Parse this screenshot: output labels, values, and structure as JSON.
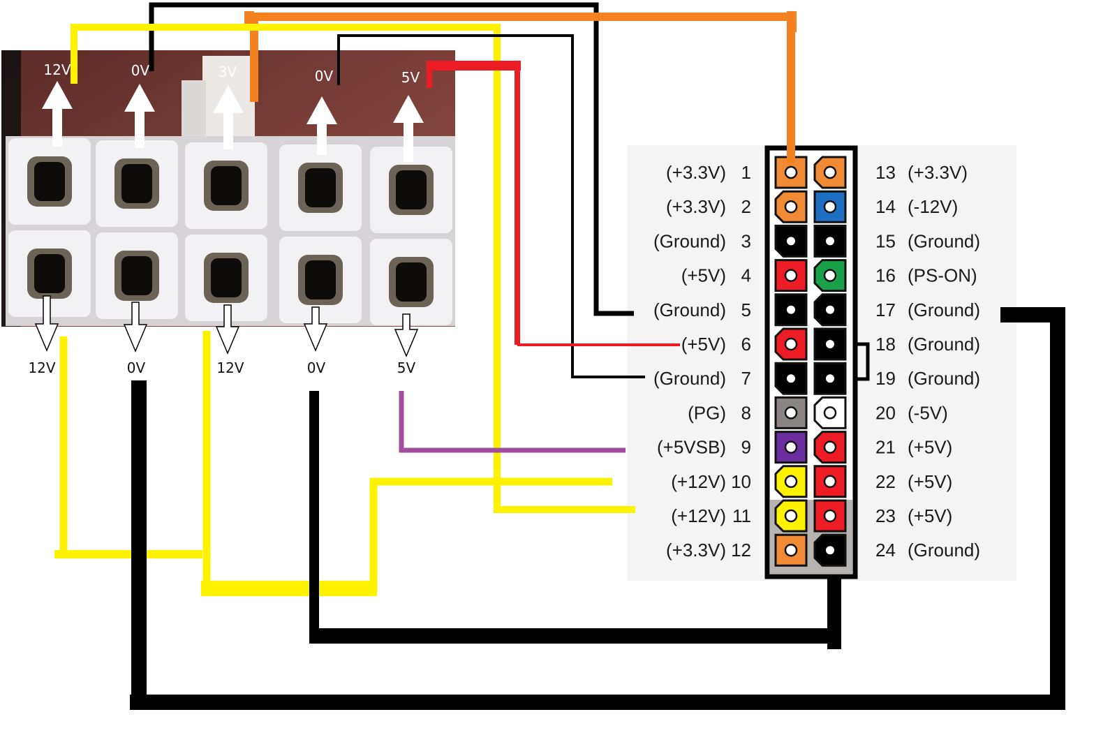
{
  "title": "8-pin PCIe/EPS connector to ATX 24-pin wiring diagram",
  "photo_connector": {
    "top_labels": [
      "12V",
      "0V",
      "3V",
      "0V",
      "5V"
    ],
    "bottom_labels": [
      "12V",
      "0V",
      "12V",
      "0V",
      "5V"
    ]
  },
  "atx_connector": {
    "left_pins": [
      {
        "number": "1",
        "signal": "(+3.3V)",
        "color": "#f08a34"
      },
      {
        "number": "2",
        "signal": "(+3.3V)",
        "color": "#f08a34"
      },
      {
        "number": "3",
        "signal": "(Ground)",
        "color": "#000000"
      },
      {
        "number": "4",
        "signal": "(+5V)",
        "color": "#ee1c24"
      },
      {
        "number": "5",
        "signal": "(Ground)",
        "color": "#000000"
      },
      {
        "number": "6",
        "signal": "(+5V)",
        "color": "#ee1c24"
      },
      {
        "number": "7",
        "signal": "(Ground)",
        "color": "#000000"
      },
      {
        "number": "8",
        "signal": "(PG)",
        "color": "#8a8582"
      },
      {
        "number": "9",
        "signal": "(+5VSB)",
        "color": "#6b2fa0"
      },
      {
        "number": "10",
        "signal": "(+12V)",
        "color": "#fff200"
      },
      {
        "number": "11",
        "signal": "(+12V)",
        "color": "#fff200"
      },
      {
        "number": "12",
        "signal": "(+3.3V)",
        "color": "#f08a34"
      }
    ],
    "right_pins": [
      {
        "number": "13",
        "signal": "(+3.3V)",
        "color": "#f08a34"
      },
      {
        "number": "14",
        "signal": "(-12V)",
        "color": "#1c6fc2"
      },
      {
        "number": "15",
        "signal": "(Ground)",
        "color": "#000000"
      },
      {
        "number": "16",
        "signal": "(PS-ON)",
        "color": "#1ba04a"
      },
      {
        "number": "17",
        "signal": "(Ground)",
        "color": "#000000"
      },
      {
        "number": "18",
        "signal": "(Ground)",
        "color": "#000000"
      },
      {
        "number": "19",
        "signal": "(Ground)",
        "color": "#000000"
      },
      {
        "number": "20",
        "signal": "(-5V)",
        "color": "#ffffff"
      },
      {
        "number": "21",
        "signal": "(+5V)",
        "color": "#ee1c24"
      },
      {
        "number": "22",
        "signal": "(+5V)",
        "color": "#ee1c24"
      },
      {
        "number": "23",
        "signal": "(+5V)",
        "color": "#ee1c24"
      },
      {
        "number": "24",
        "signal": "(Ground)",
        "color": "#000000"
      }
    ]
  },
  "wire_colors": {
    "yellow": "#fff200",
    "black": "#000000",
    "orange": "#f58220",
    "red": "#ed1c24",
    "purple": "#a34d9f"
  }
}
